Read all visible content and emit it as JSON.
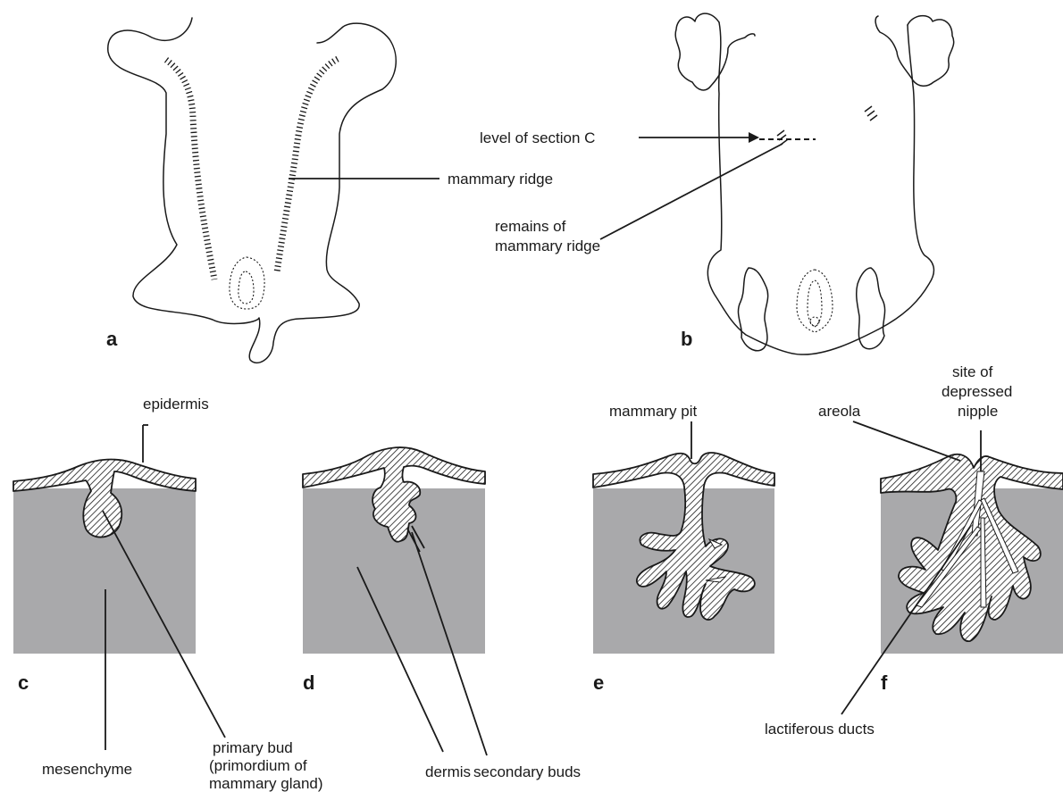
{
  "colors": {
    "background": "#ffffff",
    "tissue": "#a9a9ab",
    "ink": "#1a1a1a"
  },
  "panels": {
    "a": "a",
    "b": "b",
    "c": "c",
    "d": "d",
    "e": "e",
    "f": "f"
  },
  "labels": {
    "mammary_ridge": "mammary ridge",
    "level_of_section": "level of section C",
    "remains_line1": "remains of",
    "remains_line2": "mammary ridge",
    "epidermis": "epidermis",
    "mesenchyme": "mesenchyme",
    "primary_bud_line1": "primary bud",
    "primary_bud_line2": "(primordium of",
    "primary_bud_line3": "mammary gland)",
    "dermis": "dermis",
    "secondary_buds": "secondary buds",
    "mammary_pit": "mammary pit",
    "areola": "areola",
    "nipple_line1": "site of",
    "nipple_line2": "depressed",
    "nipple_line3": "nipple",
    "lactiferous_ducts": "lactiferous ducts"
  }
}
